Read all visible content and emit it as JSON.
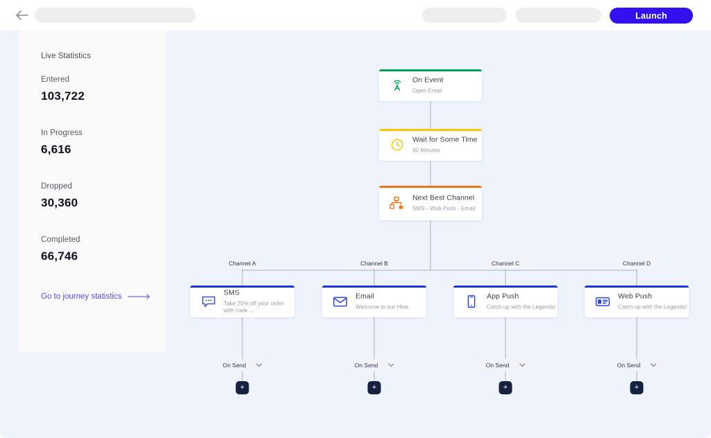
{
  "topbar": {
    "back_icon": "arrow-left-icon",
    "launch_label": "Launch",
    "placeholders": [
      "",
      "",
      ""
    ]
  },
  "stats": {
    "title": "Live Statistics",
    "items": [
      {
        "label": "Entered",
        "value": "103,722"
      },
      {
        "label": "In Progress",
        "value": "6,616"
      },
      {
        "label": "Dropped",
        "value": "30,360"
      },
      {
        "label": "Completed",
        "value": "66,746"
      }
    ],
    "link_label": "Go to journey statistics",
    "link_icon": "arrow-right-icon",
    "link_color": "#5b4bf0"
  },
  "flow": {
    "trigger": {
      "title": "On Event",
      "subtitle": "Open Email",
      "accent": "#00a256",
      "icon": "broadcast-tower-icon"
    },
    "wait": {
      "title": "Wait for Some Time",
      "subtitle": "30 Minutes",
      "accent": "#ffc400",
      "icon": "clock-icon"
    },
    "next_best_channel": {
      "title": "Next Best Channel",
      "subtitle": "SMS - Web Push - Email",
      "accent": "#f07219",
      "icon": "branch-star-icon"
    },
    "branch_accent": "#1a33d8",
    "branches": [
      {
        "pill": "Channel A",
        "title": "SMS",
        "subtitle": "Take 20% off your order with code ...",
        "icon": "sms-bubble-icon",
        "onsend_label": "On Send",
        "chevron_icon": "chevron-down-icon",
        "add_label": "+"
      },
      {
        "pill": "Channel B",
        "title": "Email",
        "subtitle": "Welcome to our Hive.",
        "icon": "envelope-icon",
        "onsend_label": "On Send",
        "chevron_icon": "chevron-down-icon",
        "add_label": "+"
      },
      {
        "pill": "Channel C",
        "title": "App Push",
        "subtitle": "Catch up with the Legends!",
        "icon": "mobile-phone-icon",
        "onsend_label": "On Send",
        "chevron_icon": "chevron-down-icon",
        "add_label": "+"
      },
      {
        "pill": "Channel D",
        "title": "Web Push",
        "subtitle": "Catch up with the Legends!",
        "icon": "browser-window-icon",
        "onsend_label": "On Send",
        "chevron_icon": "chevron-down-icon",
        "add_label": "+"
      }
    ]
  },
  "theme": {
    "canvas_bg": "#eef3fc",
    "accent_primary": "#3311ee",
    "edge_color": "#aab0c4"
  }
}
